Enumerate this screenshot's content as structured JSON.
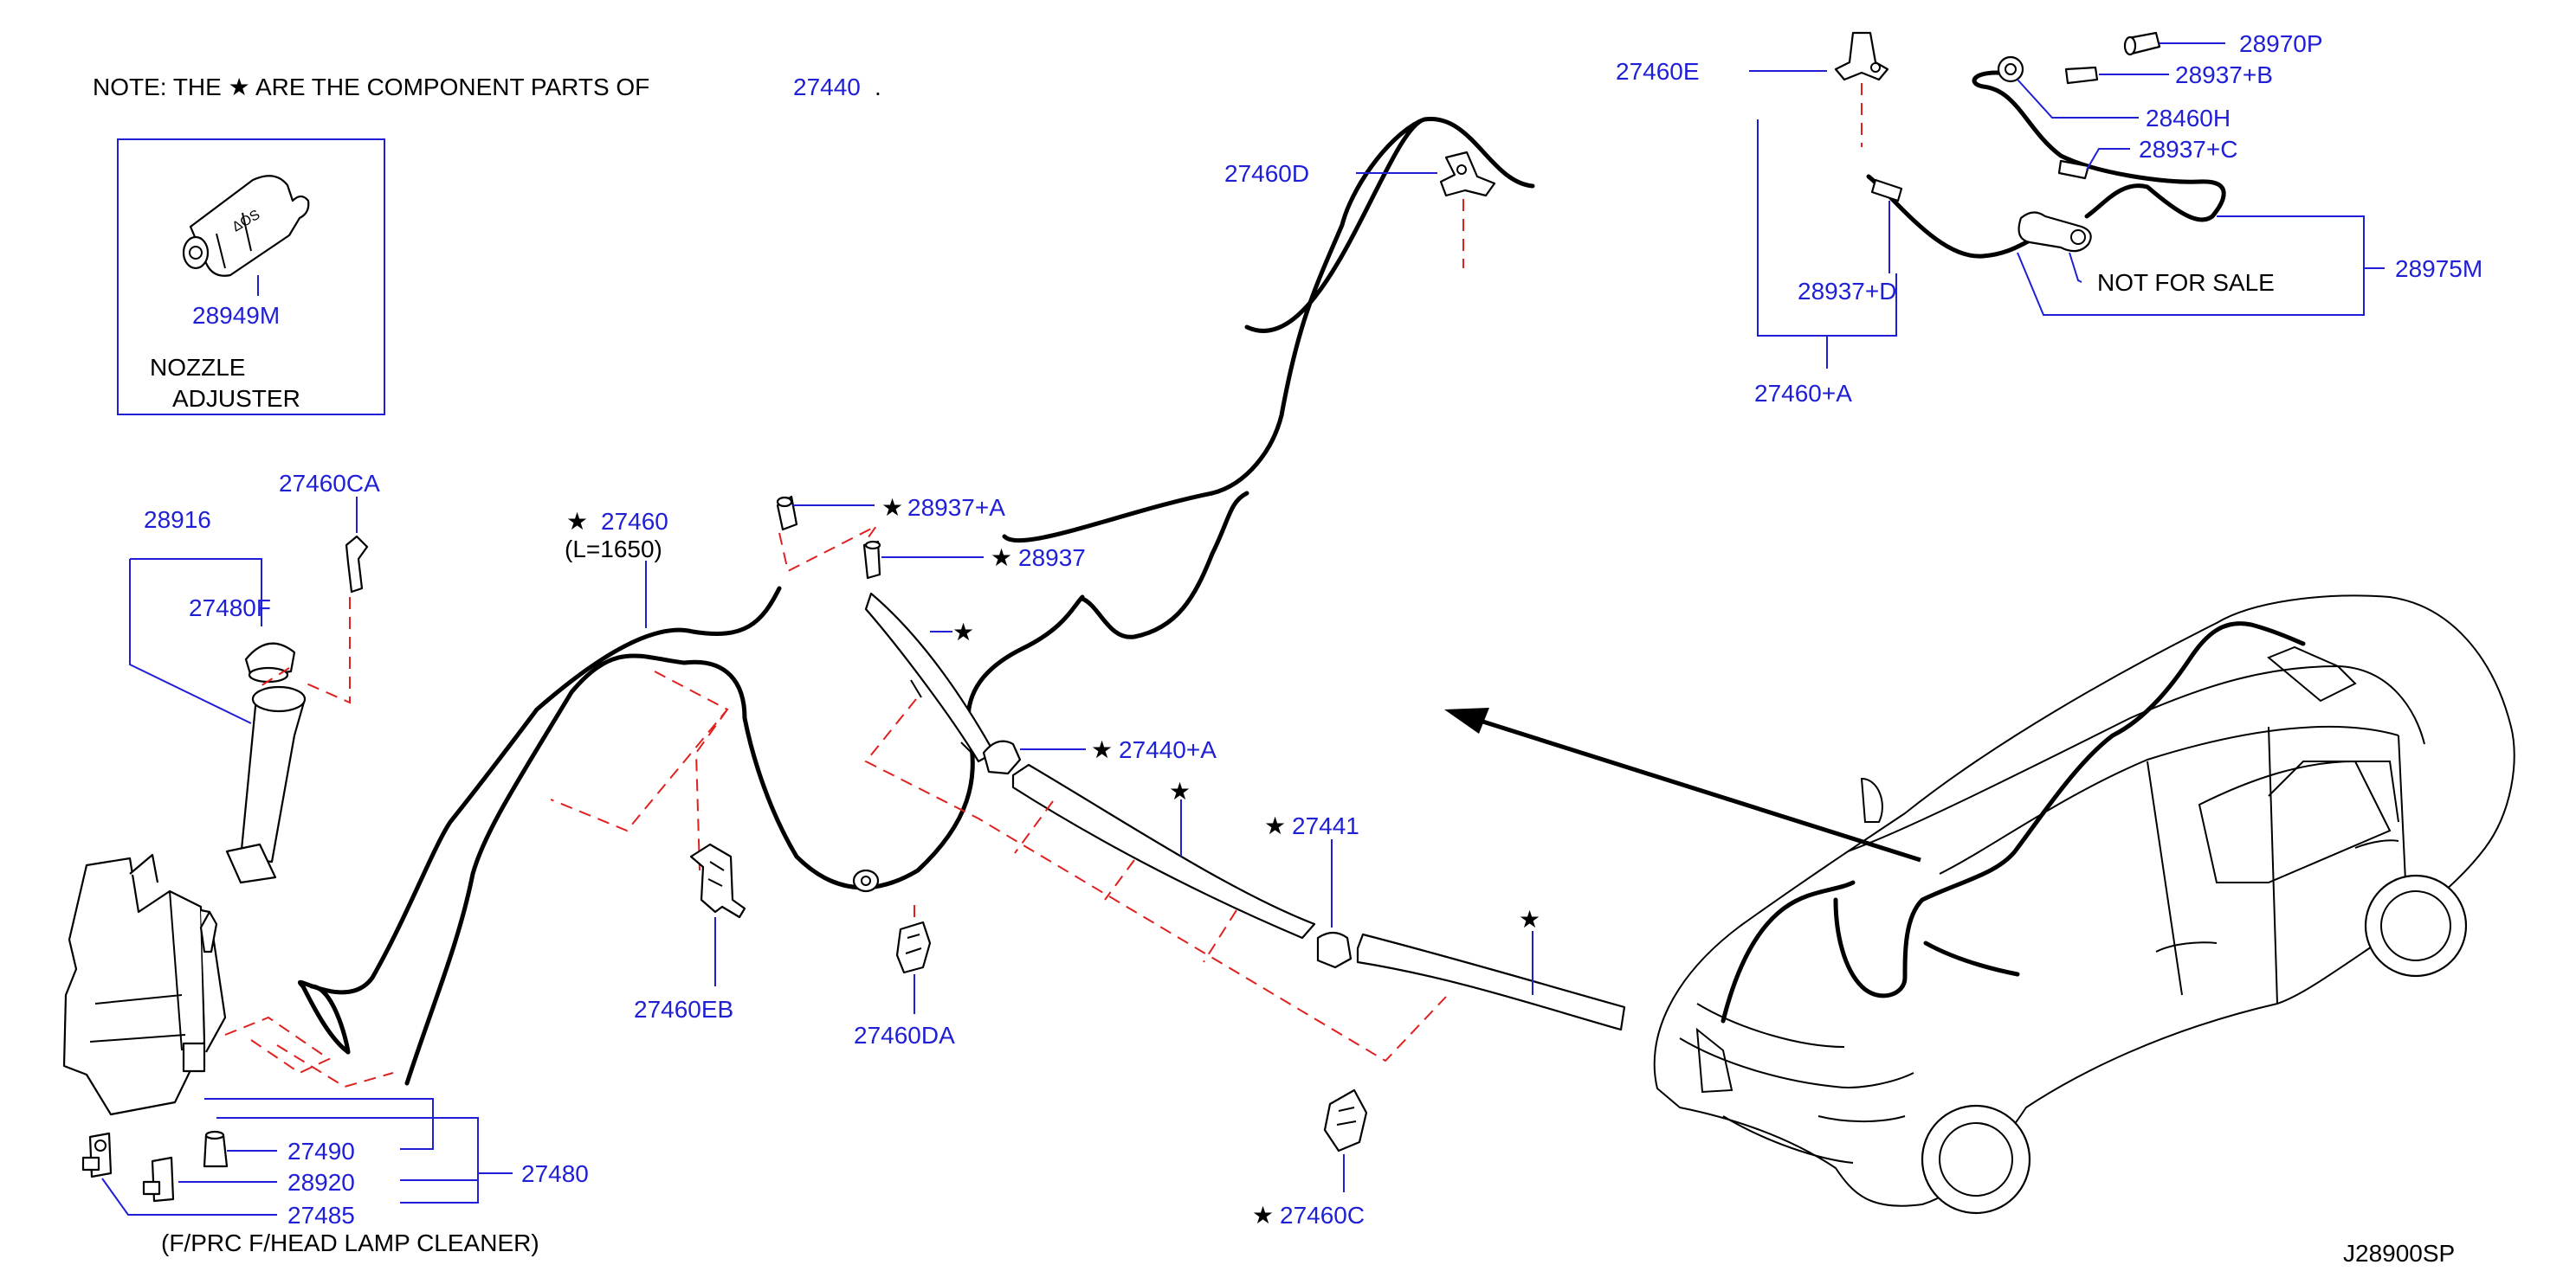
{
  "note": {
    "text": "NOTE:  THE  ★ ARE  THE  COMPONENT  PARTS  OF",
    "ref": "27440",
    "end": "."
  },
  "inset": {
    "part": "28949M",
    "label_line1": "NOZZLE",
    "label_line2": "ADJUSTER"
  },
  "star": "★",
  "labels": {
    "p27460E": "27460E",
    "p28970P": "28970P",
    "p28937B": "28937+B",
    "p28460H": "28460H",
    "p28937C": "28937+C",
    "p27460D": "27460D",
    "p28937D": "28937+D",
    "p28975M": "28975M",
    "not_for_sale": "NOT  FOR  SALE",
    "p27460A": "27460+A",
    "p27460CA": "27460CA",
    "p28916": "28916",
    "p27480F": "27480F",
    "p27460": "27460",
    "p27460_len": "(L=1650)",
    "p28937A": "28937+A",
    "p28937": "28937",
    "p27440A": "27440+A",
    "p27441": "27441",
    "p27460EB": "27460EB",
    "p27460DA": "27460DA",
    "p27460C": "27460C",
    "p27490": "27490",
    "p28920": "28920",
    "p27480": "27480",
    "p27485": "27485",
    "fprc": "(F/PRC   F/HEAD   LAMP   CLEANER)",
    "code": "J28900SP"
  },
  "colors": {
    "part_number": "#1f1fd6",
    "leader": "#1f1fd6",
    "dash_mount": "#e0201e",
    "drawing": "#000000"
  }
}
